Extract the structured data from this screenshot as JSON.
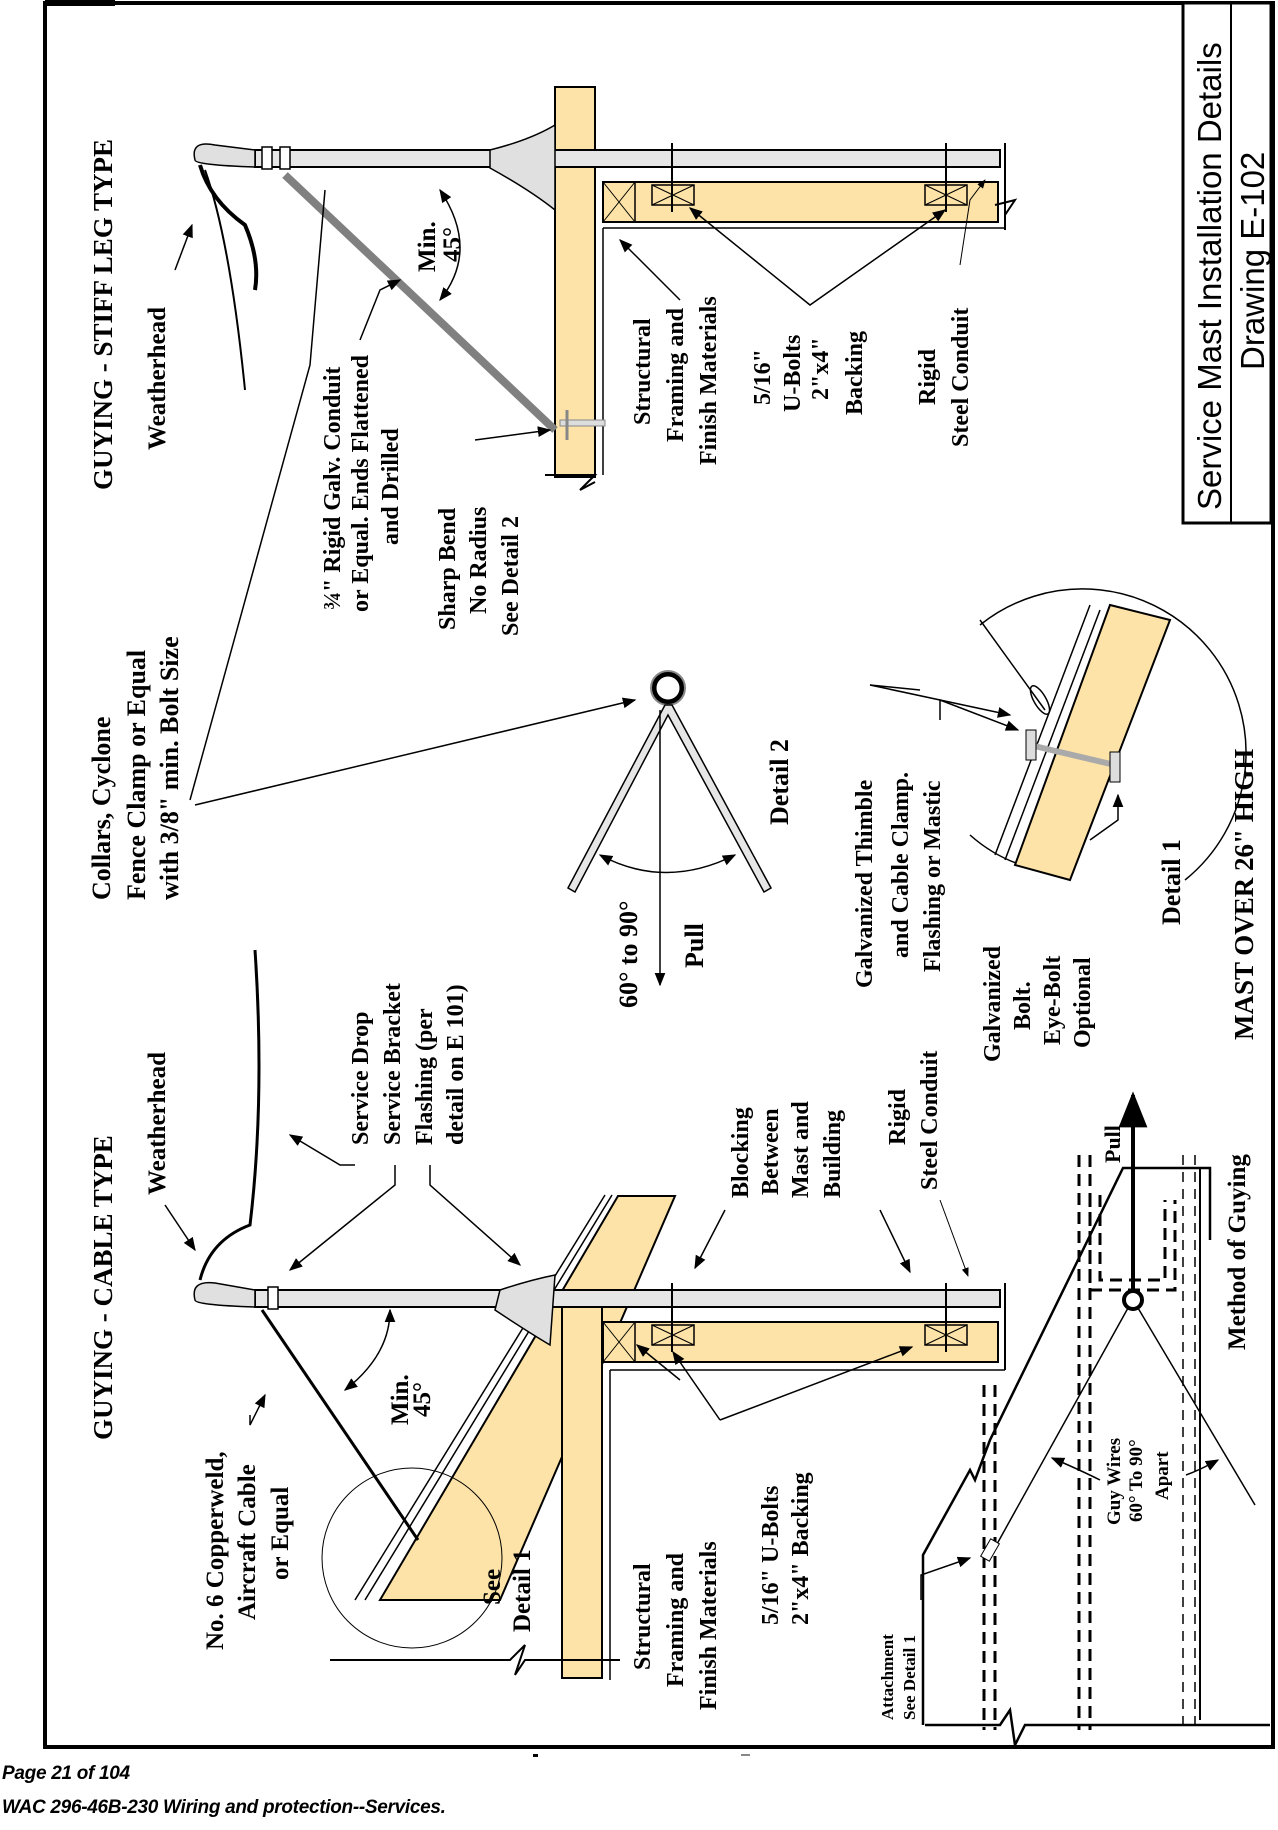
{
  "title_block": {
    "title": "Service Mast Installation Details",
    "drawing": "Drawing E-102"
  },
  "stiff_leg": {
    "heading": "GUYING - STIFF LEG TYPE",
    "weatherhead": "Weatherhead",
    "min_angle": [
      "Min.",
      "45°"
    ],
    "conduit_leg": [
      "¾\" Rigid Galv. Conduit",
      "or Equal. Ends Flattened",
      "and Drilled"
    ],
    "sharp_bend": [
      "Sharp Bend",
      "No Radius",
      "See Detail 2"
    ],
    "structural": [
      "Structural",
      "Framing and",
      "Finish Materials"
    ],
    "ubolts": [
      "5/16\"",
      "U-Bolts",
      "2\"x4\"",
      "Backing"
    ],
    "rigid": [
      "Rigid",
      "Steel Conduit"
    ]
  },
  "collars": [
    "Collars, Cyclone",
    "Fence Clamp or Equal",
    "with 3/8\" min. Bolt Size"
  ],
  "detail2": {
    "label": "Detail 2",
    "angle": "60° to 90°",
    "pull": "Pull"
  },
  "detail1": {
    "thimble": [
      "Galvanized Thimble",
      "and Cable Clamp.",
      "Flashing or Mastic"
    ],
    "bolt": [
      "Galvanized",
      "Bolt.",
      "Eye-Bolt",
      "Optional"
    ],
    "label": "Detail 1"
  },
  "mast_over": "MAST OVER 26\" HIGH",
  "cable_type": {
    "heading": "GUYING - CABLE TYPE",
    "weatherhead": "Weatherhead",
    "service": [
      "Service Drop",
      "Service Bracket",
      "Flashing (per",
      "detail on E 101)"
    ],
    "min_angle": [
      "Min.",
      "45°"
    ],
    "cable": [
      "No. 6 Copperweld,",
      "Aircraft Cable",
      "or Equal"
    ],
    "see_detail": [
      "See",
      "Detail 1"
    ],
    "structural": [
      "Structural",
      "Framing and",
      "Finish Materials"
    ],
    "ubolts": [
      "5/16\" U-Bolts",
      "2\"x4\" Backing"
    ],
    "blocking": [
      "Blocking",
      "Between",
      "Mast and",
      "Building"
    ],
    "rigid": [
      "Rigid",
      "Steel Conduit"
    ]
  },
  "method": {
    "label": "Method of Guying",
    "pull": "Pull",
    "guy_wires": [
      "Guy Wires",
      "60° To 90°",
      "Apart"
    ],
    "attachment": [
      "Attachment",
      "See Detail 1"
    ]
  },
  "footer": {
    "page": "Page 21 of 104",
    "reference": "WAC 296-46B-230  Wiring and protection--Services."
  }
}
